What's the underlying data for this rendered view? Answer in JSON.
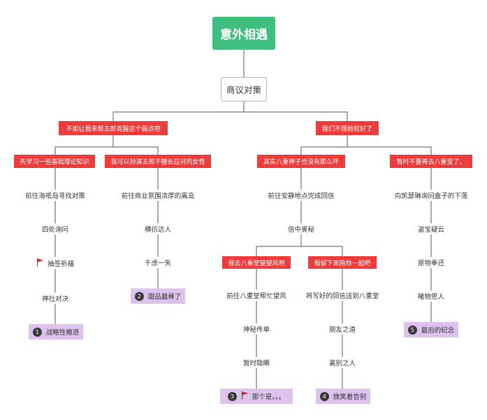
{
  "root": {
    "label": "意外相遇"
  },
  "topic": {
    "label": "商议对策"
  },
  "choices": {
    "left": "不如让我来帮五郎克服这个弱点吧",
    "right": "我们不理她就好了",
    "ll": "先学习一些基础理论知识",
    "lr": "我可以扮演五郎不擅长应对的女性",
    "rl": "其实八重神子也没有那么坏",
    "rr": "暂时不要再去八重堂了。",
    "rll": "我去八重堂望望风吧",
    "rlr": "我留下来陪你一起吧"
  },
  "steps": {
    "ll_1": "前往海祇岛寻找对策",
    "ll_2": "四处询问",
    "ll_3": "抽签祈福",
    "ll_4": "神社对决",
    "lr_1": "前往商业氛围浓厚的离岛",
    "lr_2": "横彷达人",
    "lr_3": "千虑一失",
    "rl_1": "前往安静地点完成回信",
    "rl_2": "信中奥秘",
    "rll_1": "前往八重堂帮忙望风",
    "rll_2": "神秘传单",
    "rll_3": "暂时隐瞒",
    "rlr_1": "将写好的回信送到八重堂",
    "rlr_2": "朋友之道",
    "rlr_3": "离别之人",
    "rr_1": "向凯瑟琳询问盒子的下落",
    "rr_2": "盗宝疑云",
    "rr_3": "原物奉还",
    "rr_4": "睹物思人"
  },
  "endings": {
    "e1": {
      "num": "1",
      "label": "战略性撤退"
    },
    "e2": {
      "num": "2",
      "label": "甜品最棒了"
    },
    "e3": {
      "num": "3",
      "label": "那个是。。。"
    },
    "e4": {
      "num": "4",
      "label": "微笑着告别"
    },
    "e5": {
      "num": "5",
      "label": "最后的纪念"
    }
  },
  "icons": {
    "flag": "flag-icon"
  },
  "colors": {
    "root": "#3fbf7f",
    "choice": "#ee3b3b",
    "ending": "#dcc2ec",
    "flag": "#e01f1f",
    "line": "#555555"
  }
}
